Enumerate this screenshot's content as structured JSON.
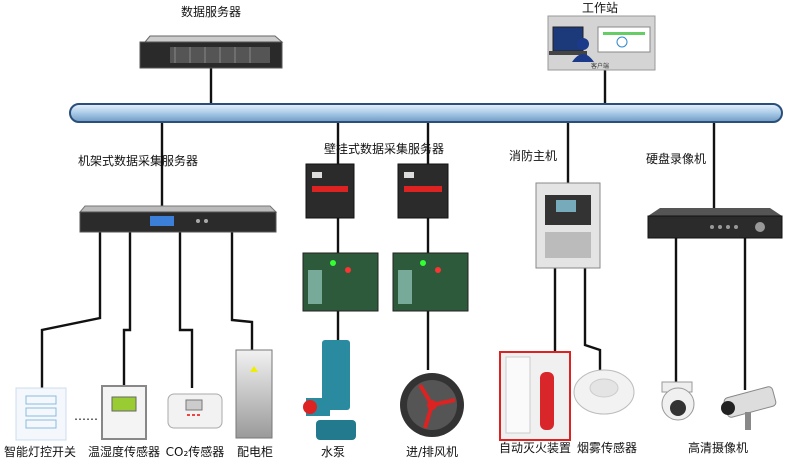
{
  "nodes": {
    "data_server": "数据服务器",
    "workstation": "工作站",
    "workstation_client": "客户端",
    "rack_collector": "机架式数据采集服务器",
    "wall_collector": "壁挂式数据采集服务器",
    "fire_host": "消防主机",
    "dvr": "硬盘录像机"
  },
  "devices": {
    "light_switch": "智能灯控开关",
    "ellipsis": "……",
    "temp_humidity": "温湿度传感器",
    "co2": "CO₂传感器",
    "power_cabinet": "配电柜",
    "pump": "水泵",
    "fan": "进/排风机",
    "extinguisher": "自动灭火装置",
    "smoke": "烟雾传感器",
    "camera": "高清摄像机"
  },
  "colors": {
    "bus": "#a9cbe8",
    "bus_stroke": "#2a4f7a",
    "panel_green": "#2d5a3a",
    "pump": "#2a8aa0",
    "fire_red": "#d8262a"
  }
}
